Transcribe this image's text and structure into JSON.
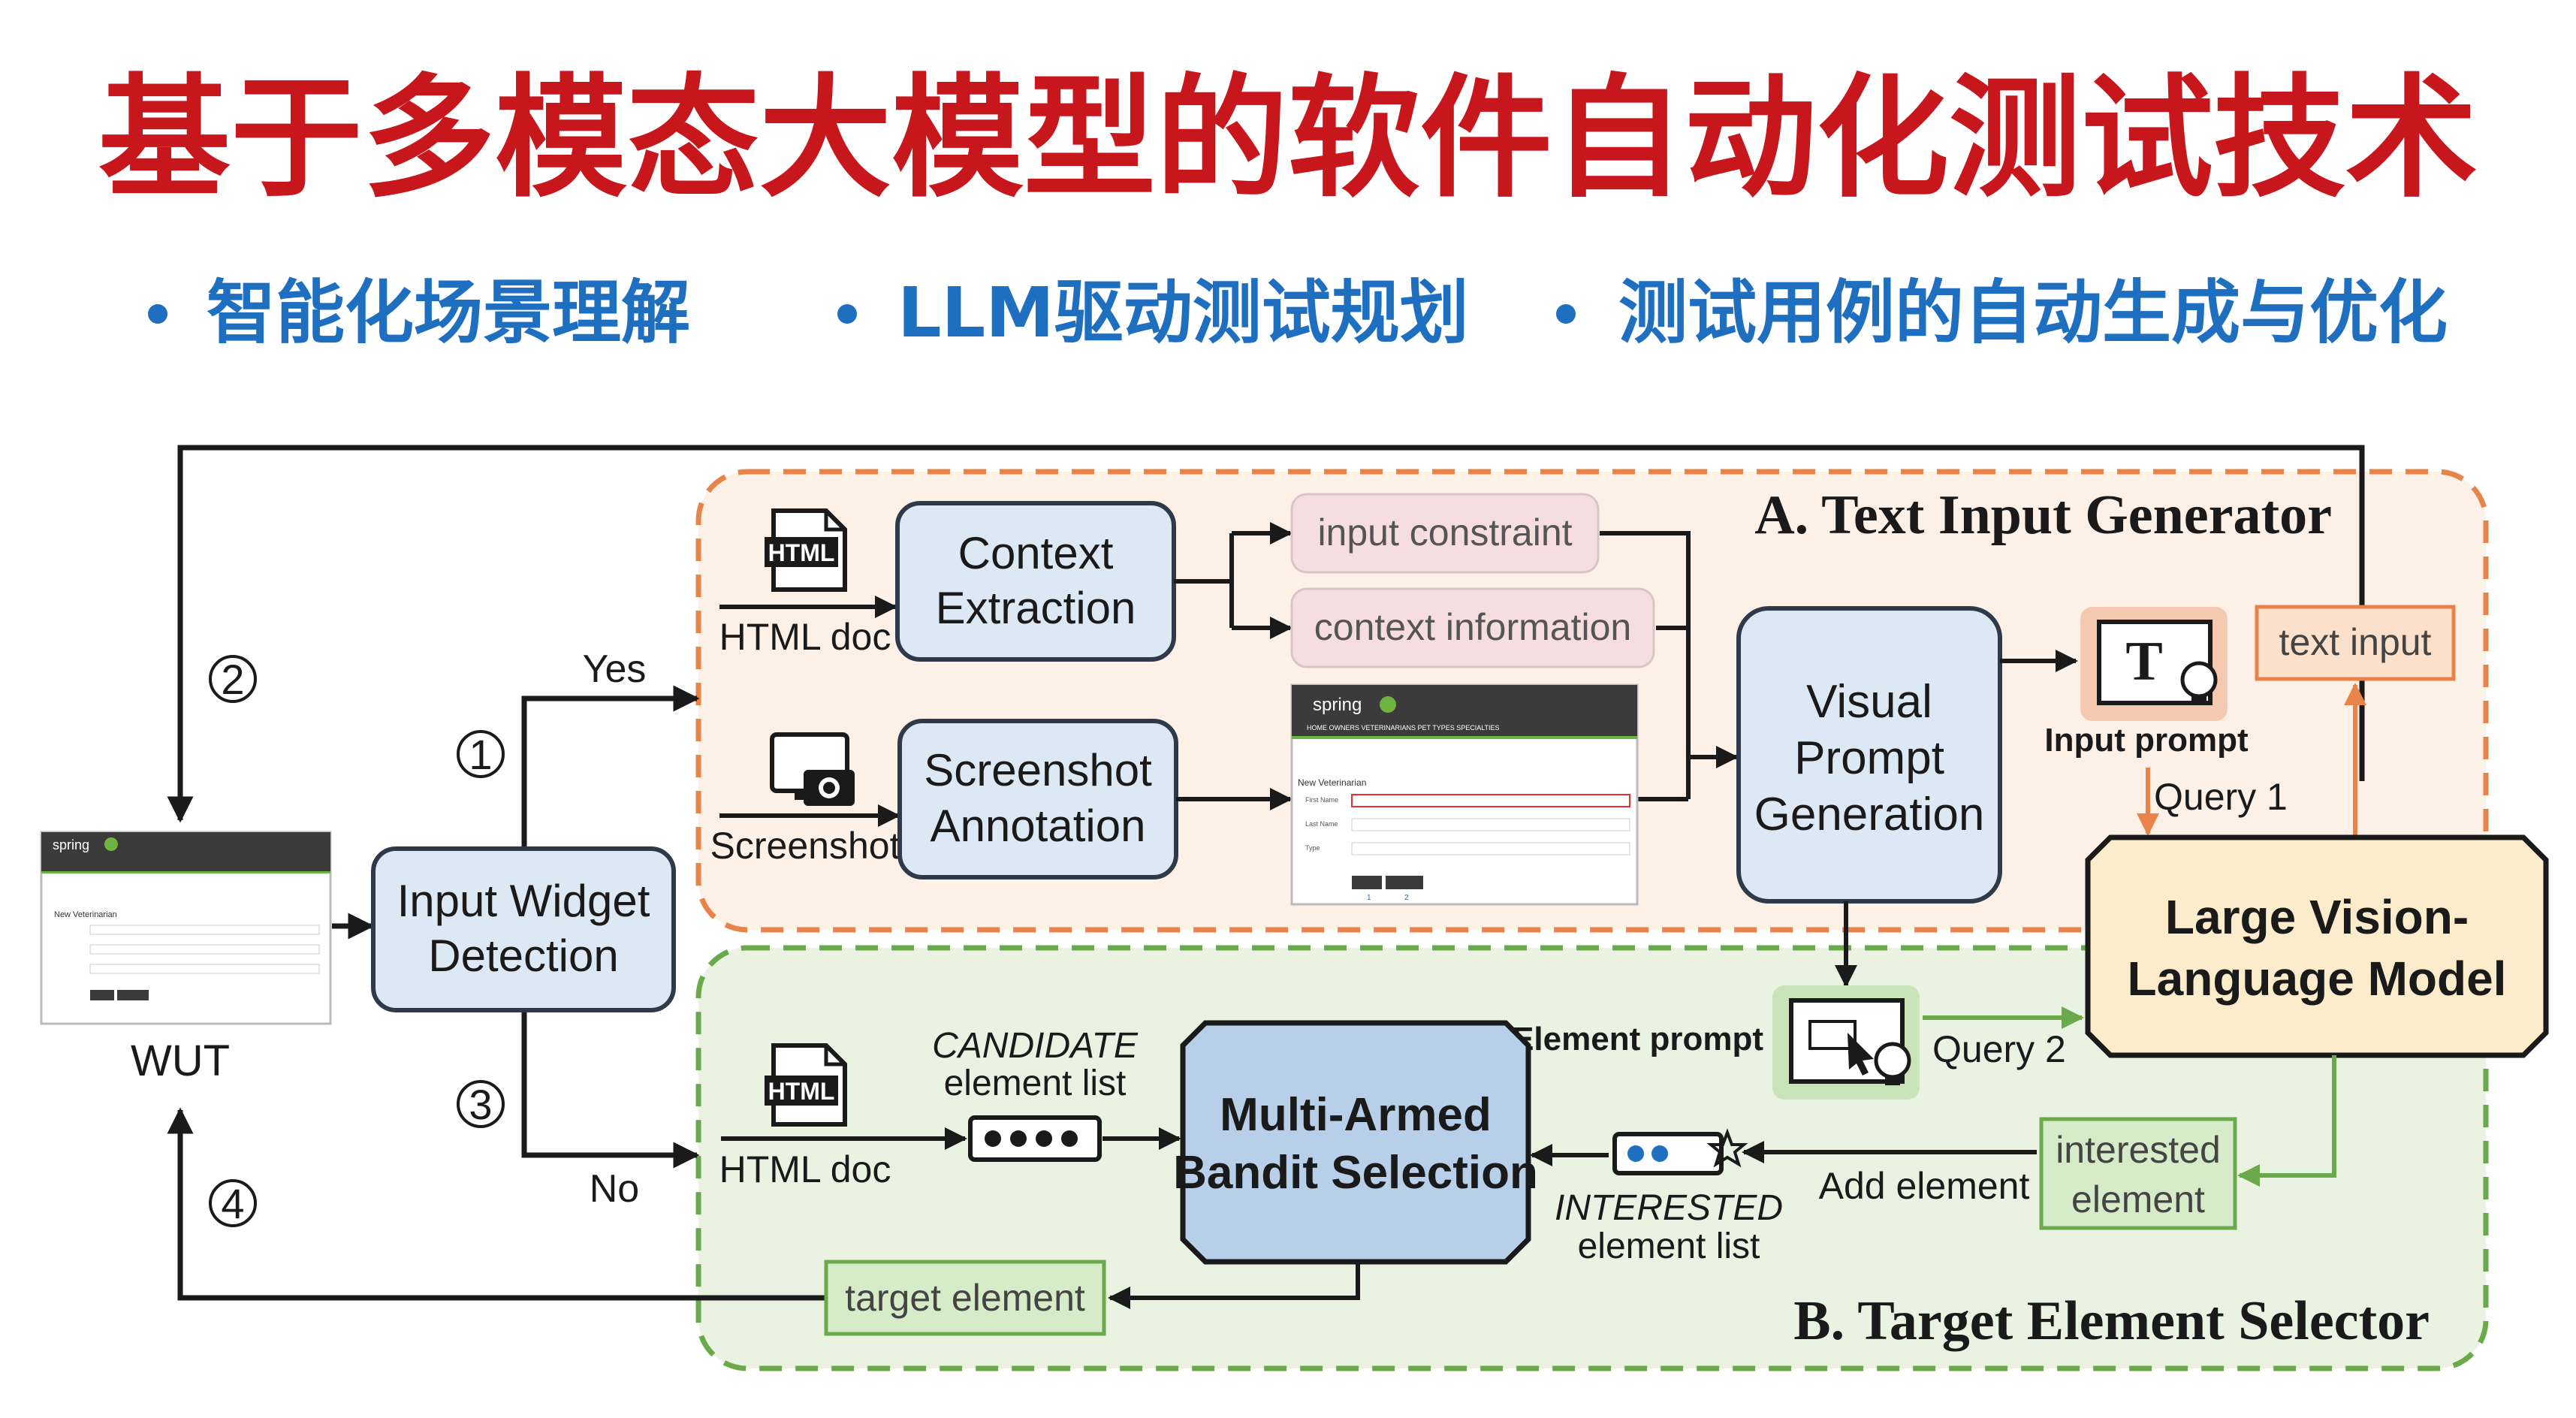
{
  "title": "基于多模态大模型的软件自动化测试技术",
  "bullets": [
    "智能化场景理解",
    "LLM驱动测试规划",
    "测试用例的自动生成与优化"
  ],
  "section_a_title": "A. Text Input Generator",
  "section_b_title": "B. Target Element Selector",
  "wut_label": "WUT",
  "input_widget_detection": [
    "Input Widget",
    "Detection"
  ],
  "yes_label": "Yes",
  "no_label": "No",
  "steps": [
    "①",
    "②",
    "③",
    "④"
  ],
  "html_doc_label": "HTML doc",
  "html_icon_text": "HTML",
  "screenshot_label": "Screenshot",
  "context_extraction": [
    "Context",
    "Extraction"
  ],
  "screenshot_annotation": [
    "Screenshot",
    "Annotation"
  ],
  "input_constraint": "input constraint",
  "context_information": "context information",
  "visual_prompt_generation": [
    "Visual",
    "Prompt",
    "Generation"
  ],
  "input_prompt_label": "Input prompt",
  "query1": "Query 1",
  "query2": "Query 2",
  "text_input": "text input",
  "lvlm": [
    "Large Vision-",
    "Language Model"
  ],
  "element_prompt_label": "Element prompt",
  "candidate_label": [
    "CANDIDATE",
    "element list"
  ],
  "mab": [
    "Multi-Armed",
    "Bandit Selection"
  ],
  "interested_label": [
    "INTERESTED",
    "element list"
  ],
  "add_element": "Add element",
  "interested_element": [
    "interested",
    "element"
  ],
  "target_element": "target element",
  "spring_mock": {
    "logo": "spring",
    "nav": [
      "HOME",
      "OWNERS",
      "VETERINARIANS",
      "PET TYPES",
      "SPECIALTIES"
    ],
    "heading": "New Veterinarian",
    "fields": [
      "First Name",
      "Last Name",
      "Type"
    ],
    "buttons": [
      "< Back",
      "Save Vet"
    ],
    "markers": [
      "1",
      "2"
    ]
  },
  "colors": {
    "title_red": "#c8161d",
    "bullet_blue": "#1f6fc0",
    "orange": "#e8834a",
    "green": "#6aaa4a",
    "box_blue_fill": "#dde8f5",
    "box_dark_fill": "#b7cfe8",
    "pink_fill": "#f5dde0",
    "lvlm_fill": "#fdeccc"
  }
}
